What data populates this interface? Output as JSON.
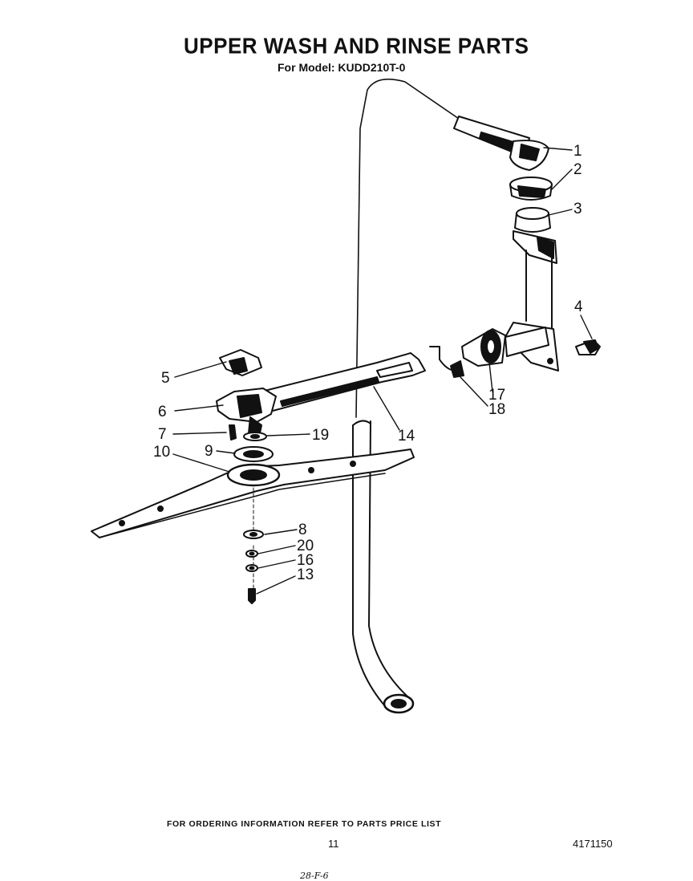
{
  "header": {
    "title": "UPPER WASH AND RINSE PARTS",
    "subtitle": "For Model: KUDD210T-0"
  },
  "callouts": [
    "1",
    "2",
    "3",
    "4",
    "5",
    "6",
    "7",
    "19",
    "9",
    "10",
    "14",
    "17",
    "18",
    "8",
    "20",
    "16",
    "13"
  ],
  "footer": {
    "ordering_note": "FOR ORDERING INFORMATION REFER TO PARTS PRICE LIST",
    "page_number": "11",
    "document_number": "4171150",
    "handwritten_note": "28-F-6"
  }
}
